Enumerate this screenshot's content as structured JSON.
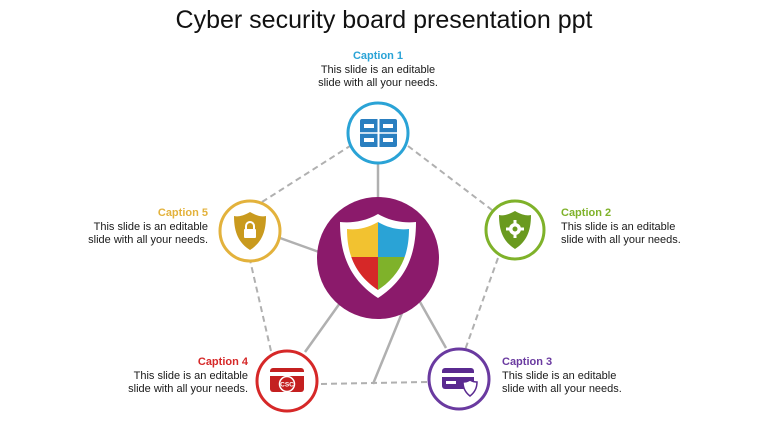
{
  "title": "Cyber security board presentation ppt",
  "colors": {
    "center": "#8b1a6b",
    "caption1": "#2aa3d6",
    "caption2": "#7fb22a",
    "caption3": "#6a3aa0",
    "caption4": "#d62828",
    "caption5": "#e3b23c",
    "connector": "#b0b0b0"
  },
  "center": {
    "icon": "shield-quadrant-icon"
  },
  "captions": [
    {
      "title": "Caption 1",
      "line1": "This slide is an editable",
      "line2": "slide with all your needs.",
      "icon": "server-rack-icon"
    },
    {
      "title": "Caption 2",
      "line1": "This slide is an editable",
      "line2": "slide with all your needs.",
      "icon": "shield-gear-icon"
    },
    {
      "title": "Caption 3",
      "line1": "This slide is an editable",
      "line2": "slide with all your needs.",
      "icon": "secure-card-icon"
    },
    {
      "title": "Caption 4",
      "line1": "This slide is an editable",
      "line2": "slide with all your needs.",
      "icon": "csc-card-icon",
      "icon_text": "CSC"
    },
    {
      "title": "Caption 5",
      "line1": "This slide is an editable",
      "line2": "slide with all your needs.",
      "icon": "shield-lock-icon"
    }
  ]
}
